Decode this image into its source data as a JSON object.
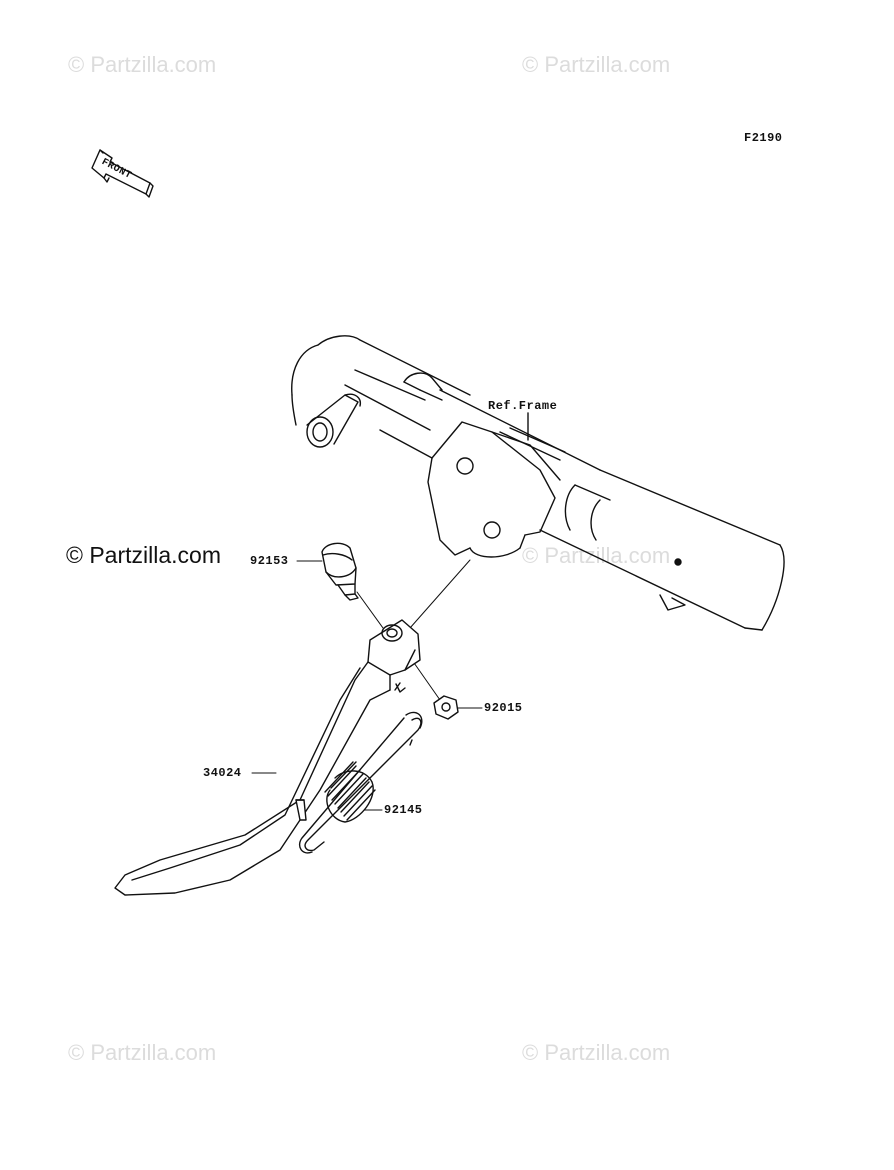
{
  "watermarks": {
    "top_left": "© Partzilla.com",
    "top_right": "© Partzilla.com",
    "middle_left": "© Partzilla.com",
    "middle_right": "© Partzilla.com",
    "bottom_left": "© Partzilla.com",
    "bottom_right": "© Partzilla.com"
  },
  "diagram": {
    "figure_code": "F2190",
    "front_label": "FRONT",
    "ref_label": "Ref.Frame",
    "parts": {
      "bolt": "92153",
      "nut": "92015",
      "side_stand": "34024",
      "spring": "92145"
    }
  }
}
